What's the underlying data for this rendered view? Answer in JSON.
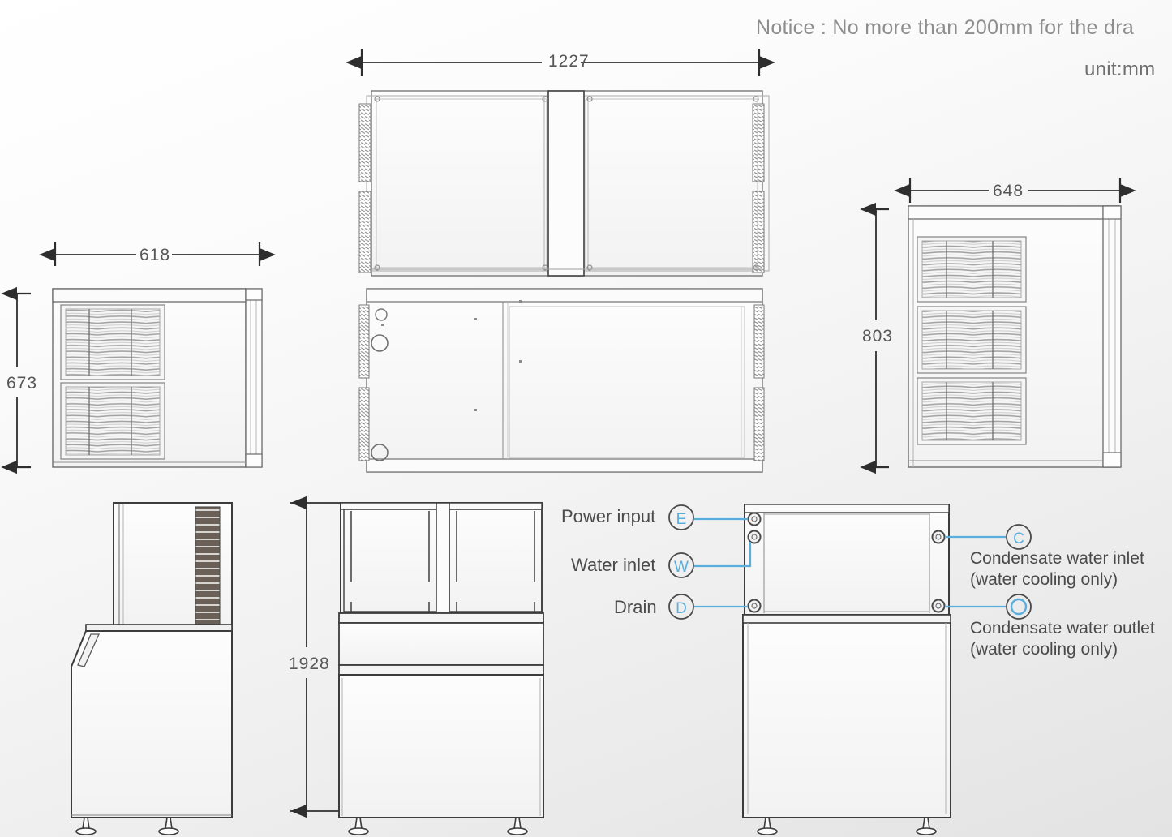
{
  "sheet": {
    "notice": "Notice : No more than 200mm for the dra",
    "unit": "unit:mm"
  },
  "dimensions": {
    "top_view_width": "1227",
    "left_view_width": "618",
    "left_view_height": "673",
    "right_view_width": "648",
    "right_view_height": "803",
    "front_view_height": "1928"
  },
  "callouts": {
    "power_input": {
      "label": "Power input",
      "marker": "E"
    },
    "water_inlet": {
      "label": "Water inlet",
      "marker": "W"
    },
    "drain": {
      "label": "Drain",
      "marker": "D"
    },
    "condensate_inlet": {
      "marker": "C",
      "line1": "Condensate water inlet",
      "line2": "(water cooling only)"
    },
    "condensate_outlet": {
      "marker": "O",
      "line1": "Condensate water outlet",
      "line2": "(water cooling only)"
    }
  },
  "colors": {
    "accent_blue": "#5aaedd",
    "line_dark": "#3a3a3a",
    "line_mid": "#8a8a8a",
    "line_light": "#bdbdbd",
    "text_gray": "#4a4a4a",
    "notice_gray": "#8e8e8e"
  },
  "views": {
    "top_plan": {
      "name": "Top plan view",
      "panels": 2
    },
    "bottom_plan": {
      "name": "Bottom plan view"
    },
    "left_elevation": {
      "name": "Left side grille elevation",
      "grilles": 2
    },
    "right_elevation": {
      "name": "Right side grille elevation",
      "grilles": 3
    },
    "side_section": {
      "name": "Side section elevation"
    },
    "front_elevation": {
      "name": "Front elevation"
    },
    "rear_elevation": {
      "name": "Rear elevation with ports"
    }
  }
}
